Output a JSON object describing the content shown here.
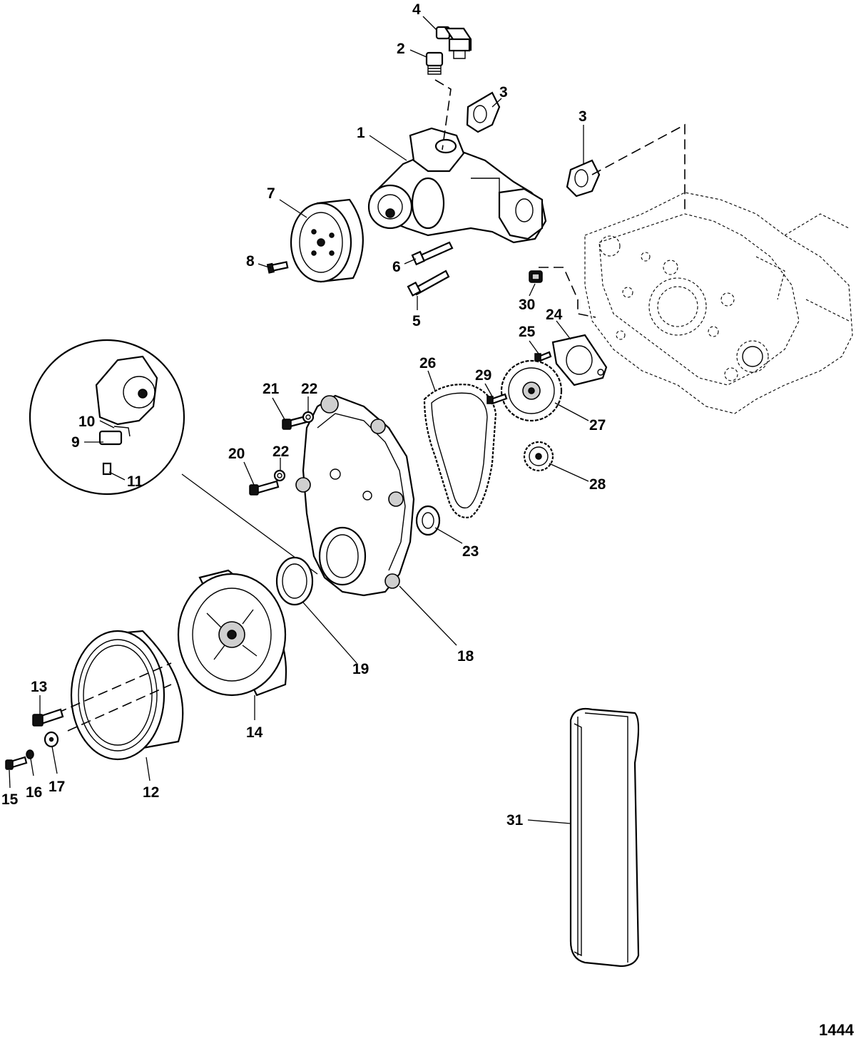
{
  "figure_number": "1444",
  "callouts": [
    {
      "id": "c1",
      "label": "1"
    },
    {
      "id": "c2",
      "label": "2"
    },
    {
      "id": "c3a",
      "label": "3"
    },
    {
      "id": "c3b",
      "label": "3"
    },
    {
      "id": "c4",
      "label": "4"
    },
    {
      "id": "c5",
      "label": "5"
    },
    {
      "id": "c6",
      "label": "6"
    },
    {
      "id": "c7",
      "label": "7"
    },
    {
      "id": "c8",
      "label": "8"
    },
    {
      "id": "c9",
      "label": "9"
    },
    {
      "id": "c10",
      "label": "10"
    },
    {
      "id": "c11",
      "label": "11"
    },
    {
      "id": "c12",
      "label": "12"
    },
    {
      "id": "c13",
      "label": "13"
    },
    {
      "id": "c14",
      "label": "14"
    },
    {
      "id": "c15",
      "label": "15"
    },
    {
      "id": "c16",
      "label": "16"
    },
    {
      "id": "c17",
      "label": "17"
    },
    {
      "id": "c18",
      "label": "18"
    },
    {
      "id": "c19",
      "label": "19"
    },
    {
      "id": "c20",
      "label": "20"
    },
    {
      "id": "c21",
      "label": "21"
    },
    {
      "id": "c22a",
      "label": "22"
    },
    {
      "id": "c22b",
      "label": "22"
    },
    {
      "id": "c23",
      "label": "23"
    },
    {
      "id": "c24",
      "label": "24"
    },
    {
      "id": "c25",
      "label": "25"
    },
    {
      "id": "c26",
      "label": "26"
    },
    {
      "id": "c27",
      "label": "27"
    },
    {
      "id": "c28",
      "label": "28"
    },
    {
      "id": "c29",
      "label": "29"
    },
    {
      "id": "c30",
      "label": "30"
    },
    {
      "id": "c31",
      "label": "31"
    }
  ]
}
